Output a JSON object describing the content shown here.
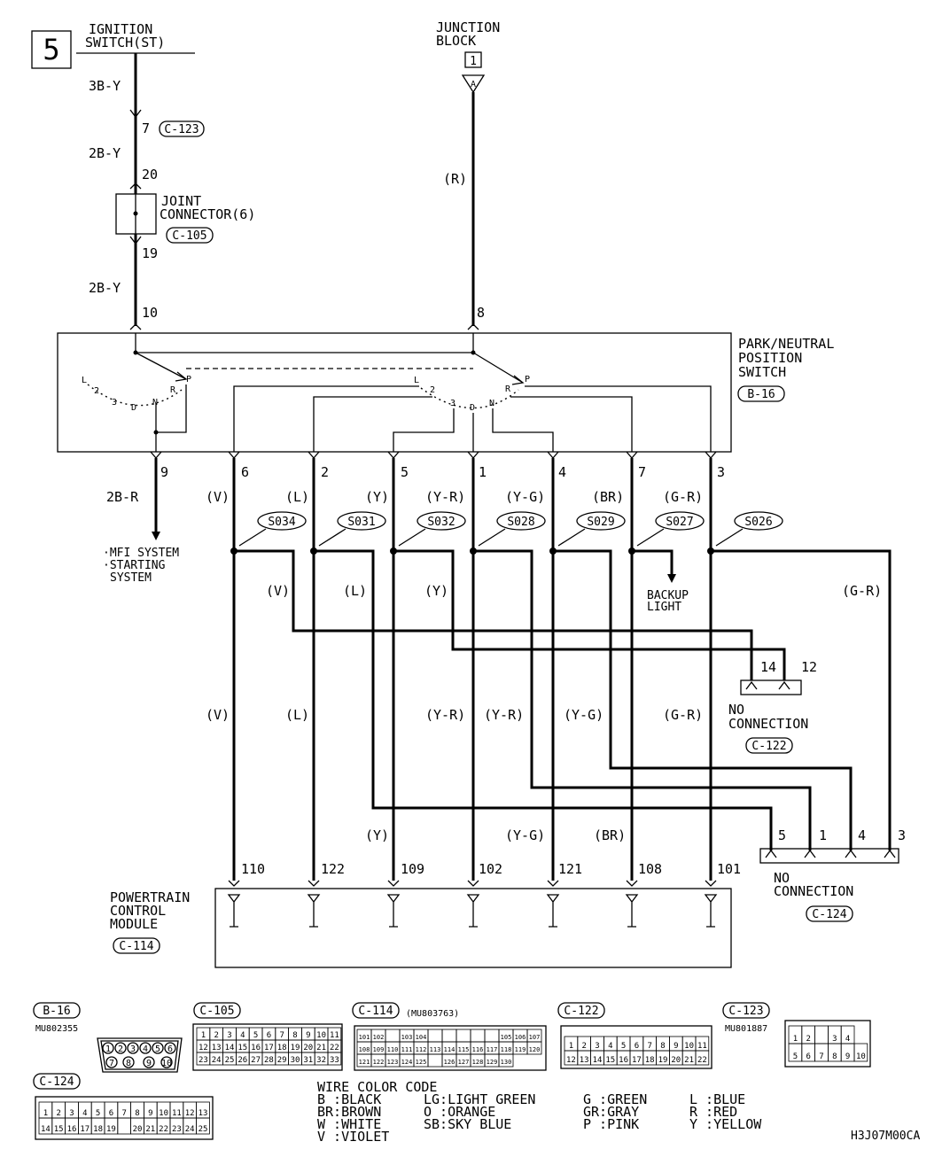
{
  "diagram_number": "5",
  "ignition": {
    "line1": "IGNITION",
    "line2": "SWITCH(ST)",
    "wire_top": "3B-Y",
    "c123_pin": "7",
    "c123_label": "C-123",
    "wire_mid": "2B-Y",
    "joint_pin_in": "20",
    "joint_line1": "JOINT",
    "joint_line2": "CONNECTOR(6)",
    "joint_label": "C-105",
    "joint_pin_out": "19",
    "wire_bottom": "2B-Y",
    "switch_pin": "10"
  },
  "junction": {
    "line1": "JUNCTION",
    "line2": "BLOCK",
    "box": "1",
    "arrow": "A",
    "wire": "(R)",
    "switch_pin": "8"
  },
  "switch": {
    "line1": "PARK/NEUTRAL",
    "line2": "POSITION",
    "line3": "SWITCH",
    "label": "B-16",
    "left_positions": [
      "L",
      "2",
      "3",
      "D",
      "N",
      "R",
      "P"
    ],
    "right_positions": [
      "L",
      "2",
      "3",
      "D",
      "N",
      "R",
      "P"
    ]
  },
  "output_pins": [
    "9",
    "6",
    "2",
    "5",
    "1",
    "4",
    "7",
    "3"
  ],
  "wire_colors": [
    "(V)",
    "(L)",
    "(Y)",
    "(Y-R)",
    "(Y-G)",
    "(BR)",
    "(G-R)"
  ],
  "mfi": {
    "wire": "2B-R",
    "line1": "·MFI SYSTEM",
    "line2": "·STARTING",
    "line3": "SYSTEM"
  },
  "splices": [
    "S034",
    "S031",
    "S032",
    "S028",
    "S029",
    "S027",
    "S026"
  ],
  "backup": {
    "line1": "BACKUP",
    "line2": "LIGHT"
  },
  "branch_labels_upper": [
    "(V)",
    "(L)",
    "(Y)",
    "(G-R)"
  ],
  "branch_labels_lower": [
    "(V)",
    "(L)",
    "(Y-R)",
    "(Y-R)",
    "(Y-G)",
    "(G-R)"
  ],
  "branch_labels_bottom": [
    "(Y)",
    "(Y-G)",
    "(BR)"
  ],
  "c122": {
    "pins": [
      "14",
      "12"
    ],
    "line1": "NO",
    "line2": "CONNECTION",
    "label": "C-122"
  },
  "c124": {
    "pins": [
      "5",
      "1",
      "4",
      "3"
    ],
    "line1": "NO",
    "line2": "CONNECTION",
    "label": "C-124"
  },
  "pcm": {
    "line1": "POWERTRAIN",
    "line2": "CONTROL",
    "line3": "MODULE",
    "label": "C-114",
    "pins": [
      "110",
      "122",
      "109",
      "102",
      "121",
      "108",
      "101"
    ]
  },
  "connectors": {
    "b16": {
      "label": "B-16",
      "part": "MU802355",
      "pins": [
        "1",
        "2",
        "3",
        "4",
        "5",
        "6",
        "7",
        "8",
        "9",
        "10"
      ]
    },
    "c105": {
      "label": "C-105",
      "row1": [
        "1",
        "2",
        "3",
        "4",
        "5",
        "6",
        "7",
        "8",
        "9",
        "10",
        "11"
      ],
      "row2": [
        "12",
        "13",
        "14",
        "15",
        "16",
        "17",
        "18",
        "19",
        "20",
        "21",
        "22"
      ],
      "row3": [
        "23",
        "24",
        "25",
        "26",
        "27",
        "28",
        "29",
        "30",
        "31",
        "32",
        "33"
      ]
    },
    "c114": {
      "label": "C-114",
      "part": "(MU803763)",
      "row1": [
        "101",
        "102",
        "",
        "103",
        "104",
        "",
        "",
        "",
        "",
        "",
        "105",
        "106",
        "107"
      ],
      "row2": [
        "108",
        "109",
        "110",
        "111",
        "112",
        "113",
        "114",
        "115",
        "116",
        "117",
        "118",
        "119",
        "120"
      ],
      "row3": [
        "121",
        "122",
        "123",
        "124",
        "125",
        "",
        "126",
        "127",
        "128",
        "129",
        "130"
      ]
    },
    "c122": {
      "label": "C-122",
      "row1": [
        "1",
        "2",
        "3",
        "4",
        "5",
        "6",
        "7",
        "8",
        "9",
        "10",
        "11"
      ],
      "row2": [
        "12",
        "13",
        "14",
        "15",
        "16",
        "17",
        "18",
        "19",
        "20",
        "21",
        "22"
      ]
    },
    "c123": {
      "label": "C-123",
      "part": "MU801887",
      "row1": [
        "1",
        "2",
        "",
        "3",
        "4"
      ],
      "row2": [
        "5",
        "6",
        "7",
        "8",
        "9",
        "10"
      ]
    },
    "c124": {
      "label": "C-124",
      "row1": [
        "1",
        "2",
        "3",
        "4",
        "5",
        "6",
        "7",
        "8",
        "9",
        "10",
        "11",
        "12",
        "13"
      ],
      "row2": [
        "14",
        "15",
        "16",
        "17",
        "18",
        "19",
        "",
        "20",
        "21",
        "22",
        "23",
        "24",
        "25"
      ]
    }
  },
  "legend": {
    "title": "WIRE COLOR CODE",
    "col1": [
      "B :BLACK",
      "BR:BROWN",
      "W :WHITE",
      "V :VIOLET"
    ],
    "col2": [
      "LG:LIGHT GREEN",
      "O :ORANGE",
      "SB:SKY BLUE"
    ],
    "col3": [
      "G :GREEN",
      "GR:GRAY",
      "P :PINK"
    ],
    "col4": [
      "L :BLUE",
      "R :RED",
      "Y :YELLOW"
    ]
  },
  "code": "H3J07M00CA"
}
